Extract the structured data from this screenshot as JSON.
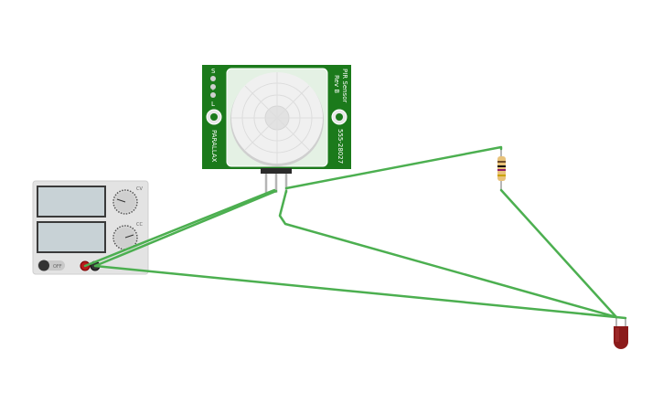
{
  "pir_sensor": {
    "pin_s": "S",
    "pin_plus": "+",
    "pin_minus": "-",
    "pin_l": "L",
    "vendor": "PARALLAX",
    "title": "PIR Sensor",
    "revision": "Rev B",
    "part_number": "555-28027"
  },
  "power_supply": {
    "switch_label": "OFF",
    "knob1_label": "CV",
    "knob2_label": "CC"
  },
  "colors": {
    "wire": "#4caf50",
    "pcb": "#1b7a1b",
    "led": "#8b1a1a",
    "psu_body": "#e3e3e3",
    "display": "#c8d2d6"
  }
}
